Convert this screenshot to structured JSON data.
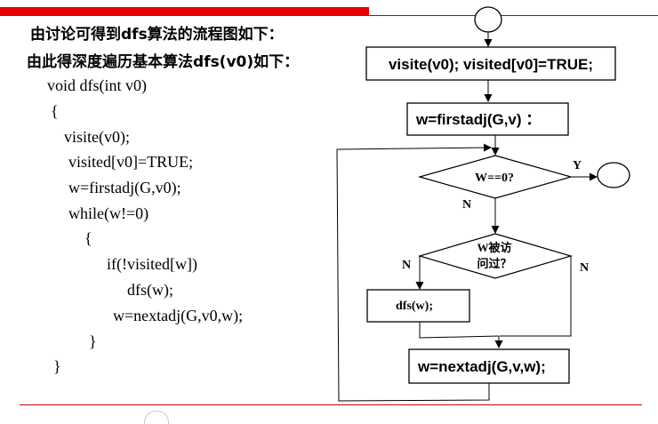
{
  "heading": {
    "line1": "由讨论可得到dfs算法的流程图如下：",
    "line2": "由此得深度遍历基本算法dfs(v0)如下："
  },
  "code": [
    "void  dfs(int v0)",
    "{",
    "visite(v0);",
    "visited[v0]=TRUE;",
    "w=firstadj(G,v0);",
    "while(w!=0)",
    "{",
    "if(!visited[w])",
    "dfs(w);",
    "w=nextadj(G,v0,w);",
    "}",
    "}"
  ],
  "flowchart": {
    "box_visit": "visite(v0); visited[v0]=TRUE;",
    "box_firstadj": "w=firstadj(G,v) ：",
    "decision_w0": "W==0?",
    "label_y": "Y",
    "label_n1": "N",
    "decision_visited_line1": "W被访",
    "decision_visited_line2": "问过？",
    "label_n_left": "N",
    "label_n_right": "N",
    "box_dfs": "dfs(w);",
    "box_nextadj": "w=nextadj(G,v,w);"
  }
}
